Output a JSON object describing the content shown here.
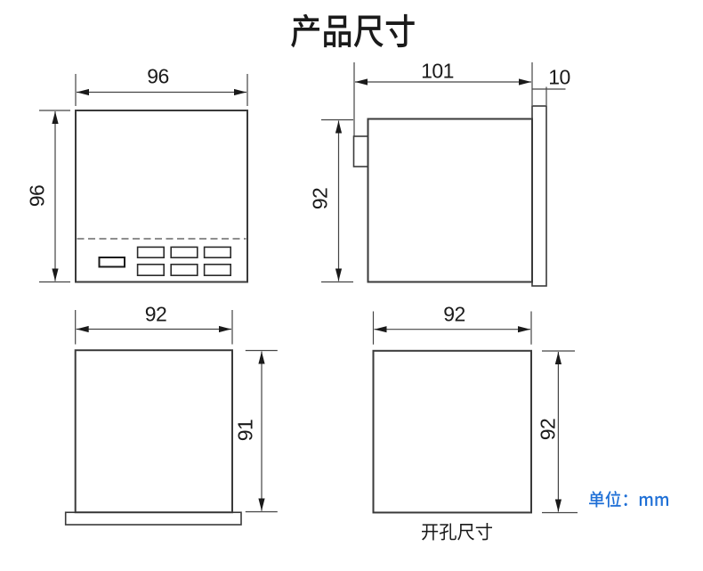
{
  "title": "产品尺寸",
  "unit_note": "单位：mm",
  "colors": {
    "line": "#3a3a3a",
    "dashed_line": "#7f7f7f",
    "text": "#1a1a1a",
    "accent_blue": "#1e6fd6",
    "background": "#ffffff"
  },
  "views": {
    "front": {
      "description": "front view of panel meter with keypad buttons",
      "width_mm": "96",
      "height_mm": "96"
    },
    "side": {
      "description": "side view with mounting latch and front bezel",
      "depth_mm": "101",
      "bezel_mm": "10",
      "height_mm": "92"
    },
    "rear": {
      "description": "rear/bottom view with base flange",
      "width_mm": "92",
      "height_mm": "91"
    },
    "cutout": {
      "caption": "开孔尺寸",
      "width_mm": "92",
      "height_mm": "92"
    }
  }
}
